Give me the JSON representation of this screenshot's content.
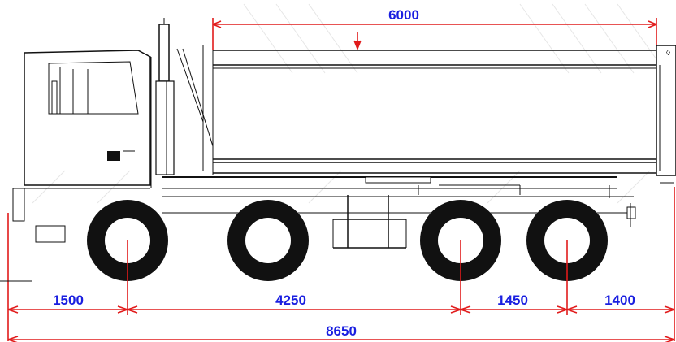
{
  "dimensions": {
    "body_length": "6000",
    "front_overhang": "1500",
    "wheelbase_1_2": "4250",
    "wheelbase_2_3": "1450",
    "rear_overhang": "1400",
    "total_length": "8650"
  },
  "colors": {
    "dimension_line": "#e11b1b",
    "dimension_text": "#1a1fe0",
    "drawing": "#111111"
  }
}
